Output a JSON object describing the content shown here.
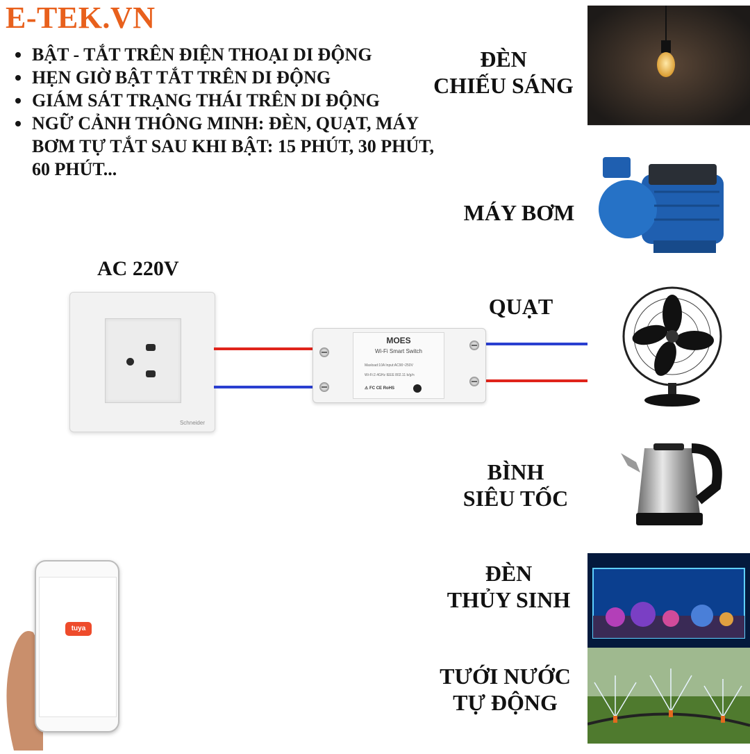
{
  "brand": "E-TEK.VN",
  "features": [
    "BẬT - TẮT TRÊN ĐIỆN THOẠI DI ĐỘNG",
    "HẸN GIỜ BẬT TẮT TRÊN DI ĐỘNG",
    "GIÁM SÁT TRẠNG THÁI TRÊN DI ĐỘNG",
    "NGỮ CẢNH THÔNG MINH: ĐÈN, QUẠT, MÁY BƠM TỰ TẮT SAU KHI BẬT: 15 PHÚT, 30 PHÚT, 60 PHÚT..."
  ],
  "socket": {
    "label": "AC 220V",
    "brand": "Schneider"
  },
  "relay": {
    "logo": "MOES",
    "title": "Wi-Fi Smart Switch",
    "spec1": "Maxload:10A   Input:AC90~250V",
    "spec2": "Wi-Fi:2.4GHz IEEE 802.11 b/g/n",
    "cert": "⚠ FC CE RoHS"
  },
  "devices": {
    "light": {
      "line1": "ĐÈN",
      "line2": "CHIẾU SÁNG"
    },
    "pump": {
      "line1": "MÁY BƠM"
    },
    "fan": {
      "line1": "QUẠT"
    },
    "kettle": {
      "line1": "BÌNH",
      "line2": "SIÊU TỐC"
    },
    "aquarium": {
      "line1": "ĐÈN",
      "line2": "THỦY SINH"
    },
    "sprinkler": {
      "line1": "TƯỚI NƯỚC",
      "line2": "TỰ ĐỘNG"
    }
  },
  "phone": {
    "app": "tuya"
  },
  "colors": {
    "brand": "#e8601c",
    "wire_live": "#e0241b",
    "wire_neutral": "#2a3fd0"
  }
}
